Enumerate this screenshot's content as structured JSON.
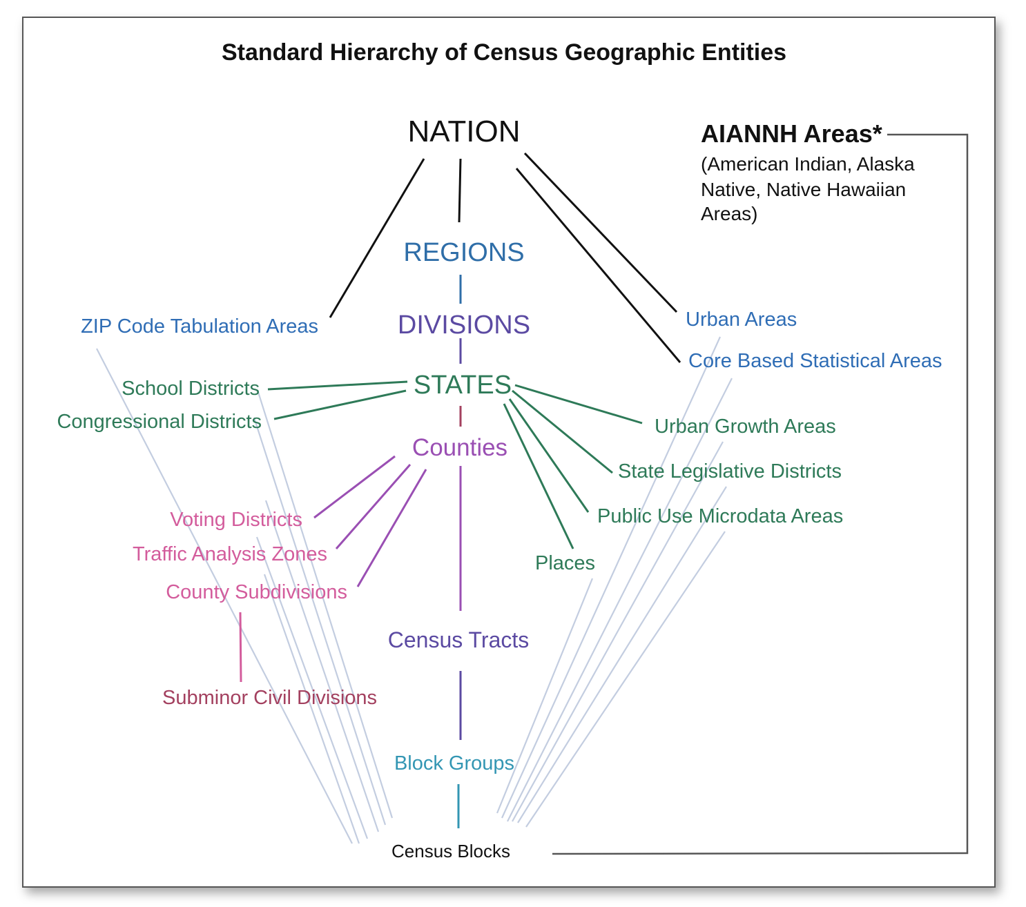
{
  "title": "Standard Hierarchy of Census Geographic Entities",
  "nodes": {
    "nation": "NATION",
    "regions": "REGIONS",
    "divisions": "DIVISIONS",
    "states": "STATES",
    "counties": "Counties",
    "census_tracts": "Census Tracts",
    "block_groups": "Block Groups",
    "census_blocks": "Census Blocks",
    "zcta": "ZIP Code Tabulation Areas",
    "school_districts": "School Districts",
    "congressional_districts": "Congressional Districts",
    "voting_districts": "Voting Districts",
    "traffic_analysis_zones": "Traffic Analysis Zones",
    "county_subdivisions": "County Subdivisions",
    "subminor_civil_divisions": "Subminor Civil Divisions",
    "urban_areas": "Urban Areas",
    "cbsa": "Core Based Statistical Areas",
    "urban_growth_areas": "Urban Growth Areas",
    "state_legislative_districts": "State Legislative Districts",
    "puma": "Public Use Microdata Areas",
    "places": "Places",
    "aiannh_title": "AIANNH Areas*",
    "aiannh_desc_1": "(American Indian, Alaska",
    "aiannh_desc_2": "Native, Native Hawaiian",
    "aiannh_desc_3": "Areas)"
  },
  "colors": {
    "black": "#111111",
    "blue": "#2f6db5",
    "regions": "#2f6ea8",
    "purple": "#5b4aa2",
    "green": "#2e7a58",
    "counties": "#9a4fb3",
    "pink": "#d35c9c",
    "subminor": "#a3405f",
    "teal": "#3396b3",
    "light": "#c3cde0"
  }
}
